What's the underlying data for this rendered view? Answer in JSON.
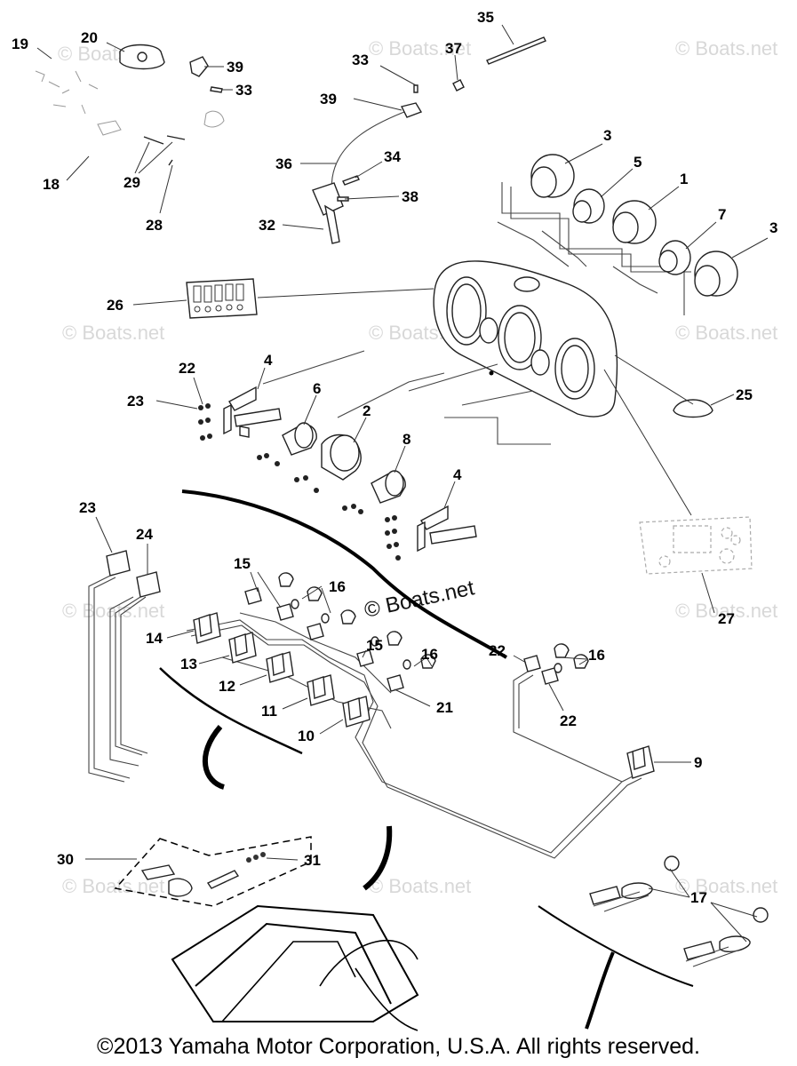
{
  "watermark": {
    "text": "© Boats.net",
    "center_text": "© Boats.net"
  },
  "copyright": "©2013 Yamaha Motor Corporation, U.S.A. All rights reserved.",
  "callouts": [
    {
      "id": "c19",
      "label": "19"
    },
    {
      "id": "c20",
      "label": "20"
    },
    {
      "id": "c39a",
      "label": "39"
    },
    {
      "id": "c33a",
      "label": "33"
    },
    {
      "id": "c18",
      "label": "18"
    },
    {
      "id": "c29",
      "label": "29"
    },
    {
      "id": "c28",
      "label": "28"
    },
    {
      "id": "c35",
      "label": "35"
    },
    {
      "id": "c33b",
      "label": "33"
    },
    {
      "id": "c37",
      "label": "37"
    },
    {
      "id": "c39b",
      "label": "39"
    },
    {
      "id": "c36",
      "label": "36"
    },
    {
      "id": "c34",
      "label": "34"
    },
    {
      "id": "c38",
      "label": "38"
    },
    {
      "id": "c32",
      "label": "32"
    },
    {
      "id": "c3a",
      "label": "3"
    },
    {
      "id": "c5",
      "label": "5"
    },
    {
      "id": "c1",
      "label": "1"
    },
    {
      "id": "c7",
      "label": "7"
    },
    {
      "id": "c3b",
      "label": "3"
    },
    {
      "id": "c26",
      "label": "26"
    },
    {
      "id": "c22a",
      "label": "22"
    },
    {
      "id": "c4a",
      "label": "4"
    },
    {
      "id": "c23a",
      "label": "23"
    },
    {
      "id": "c6",
      "label": "6"
    },
    {
      "id": "c2",
      "label": "2"
    },
    {
      "id": "c8",
      "label": "8"
    },
    {
      "id": "c4b",
      "label": "4"
    },
    {
      "id": "c25",
      "label": "25"
    },
    {
      "id": "c23b",
      "label": "23"
    },
    {
      "id": "c24",
      "label": "24"
    },
    {
      "id": "c15a",
      "label": "15"
    },
    {
      "id": "c16a",
      "label": "16"
    },
    {
      "id": "c14",
      "label": "14"
    },
    {
      "id": "c13",
      "label": "13"
    },
    {
      "id": "c15b",
      "label": "15"
    },
    {
      "id": "c16b",
      "label": "16"
    },
    {
      "id": "c12",
      "label": "12"
    },
    {
      "id": "c11",
      "label": "11"
    },
    {
      "id": "c10",
      "label": "10"
    },
    {
      "id": "c21",
      "label": "21"
    },
    {
      "id": "c22b",
      "label": "22"
    },
    {
      "id": "c16c",
      "label": "16"
    },
    {
      "id": "c22c",
      "label": "22"
    },
    {
      "id": "c27",
      "label": "27"
    },
    {
      "id": "c9",
      "label": "9"
    },
    {
      "id": "c30",
      "label": "30"
    },
    {
      "id": "c31",
      "label": "31"
    },
    {
      "id": "c17",
      "label": "17"
    }
  ]
}
